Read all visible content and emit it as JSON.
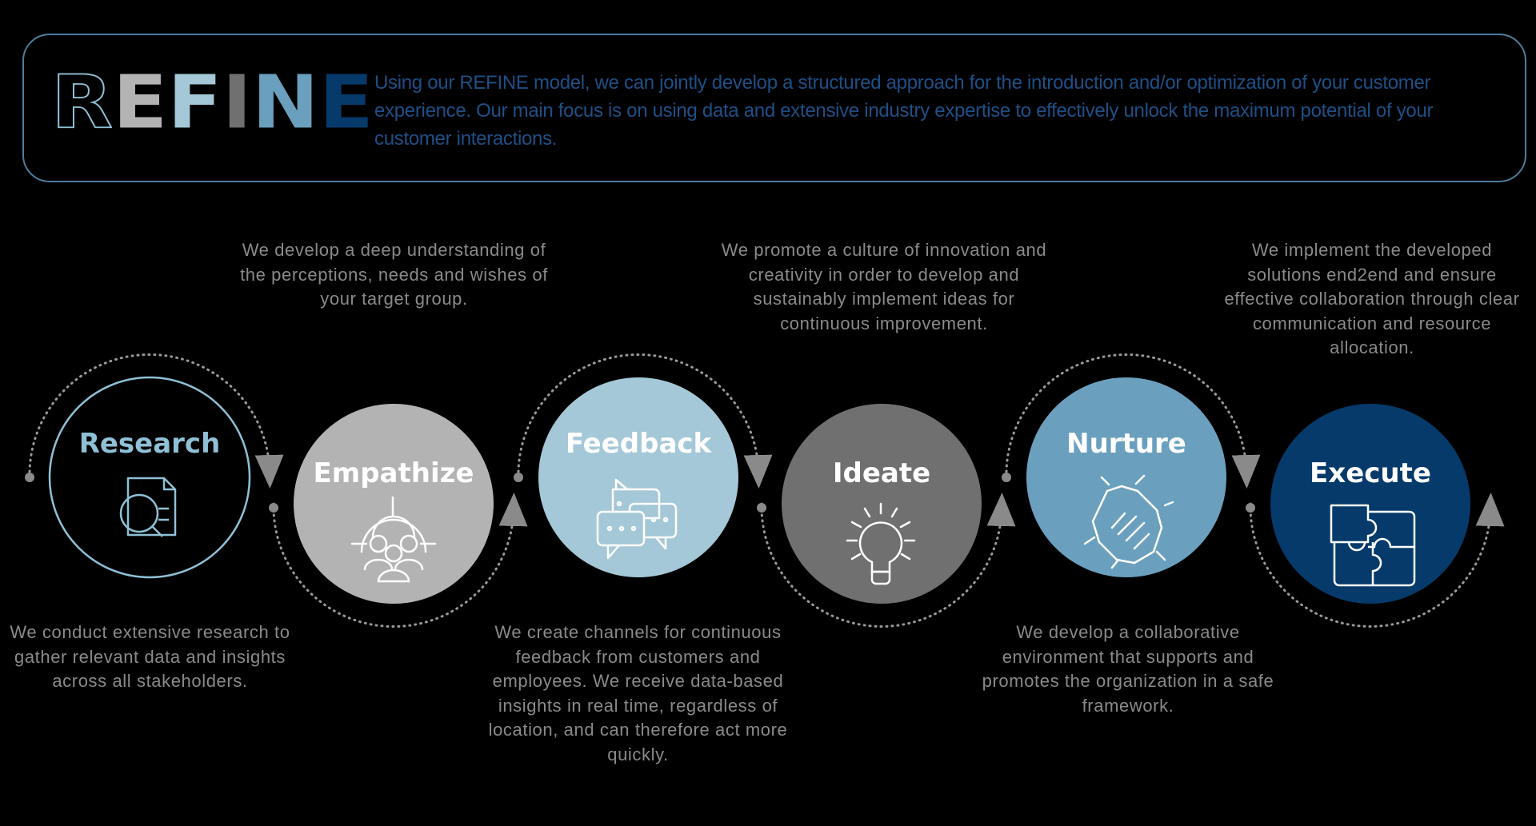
{
  "header": {
    "logo_letters": [
      "R",
      "E",
      "F",
      "I",
      "N",
      "E"
    ],
    "logo_colors": [
      "#8fc0d6",
      "#b3b3b3",
      "#a5c8d8",
      "#707070",
      "#6aa0bd",
      "#053a6b"
    ],
    "intro_text": "Using our REFINE model, we can jointly develop a structured approach for the introduction and/or optimization of your customer experience. Our main focus is on using data and extensive industry expertise to effectively unlock the maximum potential of your customer interactions."
  },
  "steps": [
    {
      "title": "Research",
      "icon": "document-search-icon",
      "color": "#8fc0d6",
      "style": "outline",
      "description": "We conduct extensive research to gather relevant data and insights across all stakeholders."
    },
    {
      "title": "Empathize",
      "icon": "target-group-icon",
      "color": "#b3b3b3",
      "style": "filled",
      "description": "We develop a deep understanding of the perceptions, needs and wishes of your target group."
    },
    {
      "title": "Feedback",
      "icon": "chat-bubbles-icon",
      "color": "#a5c8d8",
      "style": "filled",
      "description": "We create channels for continuous feedback from customers and employees. We receive data-based insights in real time, regardless of location, and can therefore act more quickly."
    },
    {
      "title": "Ideate",
      "icon": "lightbulb-icon",
      "color": "#707070",
      "style": "filled",
      "description": "We promote a culture of innovation and creativity in order to develop and sustainably implement ideas for continuous improvement."
    },
    {
      "title": "Nurture",
      "icon": "stacked-hands-icon",
      "color": "#6aa0bd",
      "style": "filled",
      "description": "We develop a collaborative environment that supports and promotes the organization in a safe framework."
    },
    {
      "title": "Execute",
      "icon": "puzzle-icon",
      "color": "#053a6b",
      "style": "filled",
      "description": "We implement the developed solutions end2end and ensure effective collaboration through clear communication and resource allocation."
    }
  ],
  "colors": {
    "background": "#000000",
    "frame": "#4f7d9c",
    "intro_text": "#1f4f86",
    "description_text": "#8a8a8a",
    "connector": "#9a9a9a"
  }
}
